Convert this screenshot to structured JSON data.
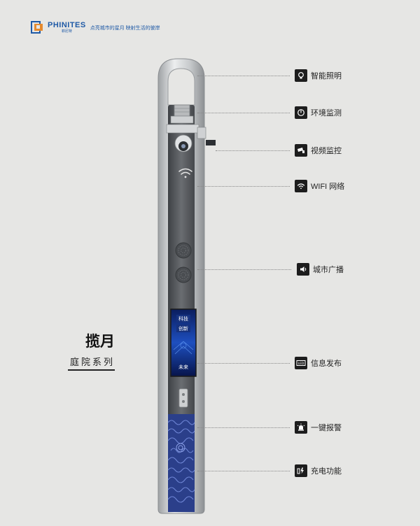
{
  "brand": {
    "name": "PHINITES",
    "sub": "菲尼特",
    "tagline": "点亮城市的星月 映射生活的彼岸"
  },
  "product": {
    "title": "揽月",
    "subtitle": "庭院系列"
  },
  "screen": {
    "line1": "科技",
    "line2": "创新",
    "line3": "未来"
  },
  "features": [
    {
      "label": "智能照明",
      "icon": "bulb-icon"
    },
    {
      "label": "环境监测",
      "icon": "power-icon"
    },
    {
      "label": "视频监控",
      "icon": "camera-icon"
    },
    {
      "label": "WIFI 网络",
      "icon": "wifi-icon"
    },
    {
      "label": "城市广播",
      "icon": "speaker-icon"
    },
    {
      "label": "信息发布",
      "icon": "led-display-icon"
    },
    {
      "label": "一键报警",
      "icon": "alarm-icon"
    },
    {
      "label": "充电功能",
      "icon": "charging-icon"
    }
  ],
  "colors": {
    "brand": "#1f5aa6",
    "background": "#e6e6e4",
    "pole_silver": "#c9cbcc",
    "pole_panel": "#55585c",
    "wave_pattern": "#3b57b3"
  }
}
